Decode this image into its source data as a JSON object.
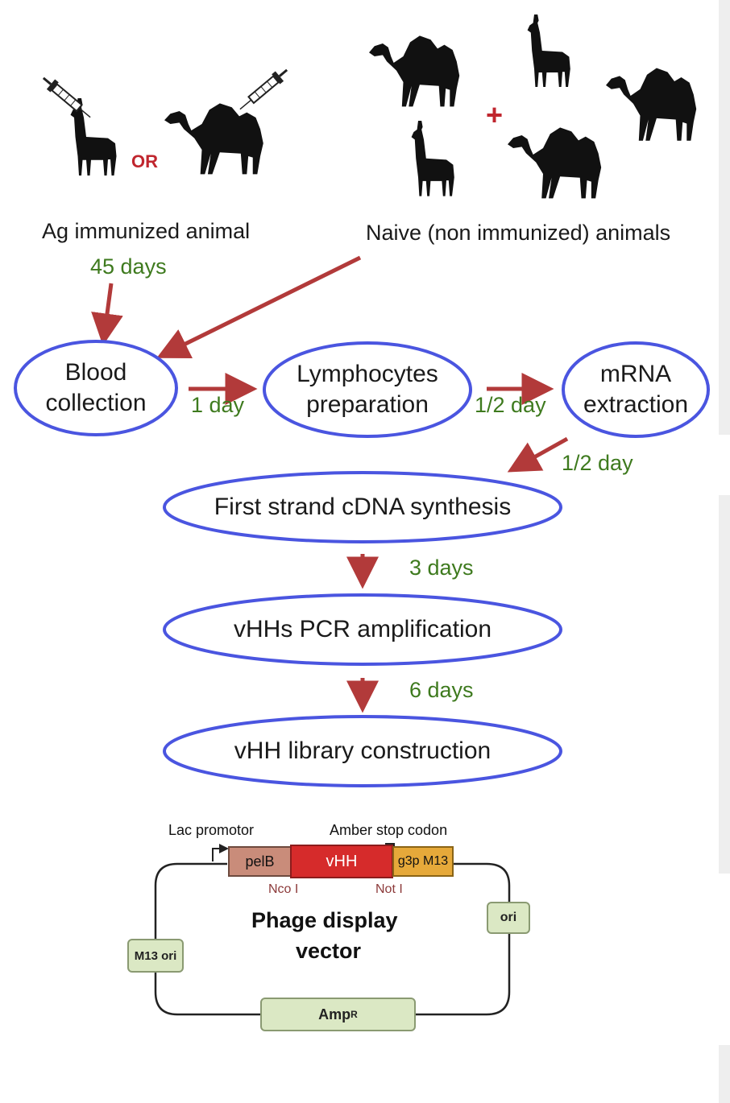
{
  "sources": {
    "immunized_label": "Ag immunized animal",
    "immunized_days": "45 days",
    "or_label": "OR",
    "naive_label": "Naive (non immunized) animals",
    "plus_label": "+"
  },
  "steps": {
    "blood_collection": [
      "Blood",
      "collection"
    ],
    "lymphocytes_preparation": [
      "Lymphocytes",
      "preparation"
    ],
    "mrna_extraction": [
      "mRNA",
      "extraction"
    ],
    "cdna_synthesis": "First strand cDNA synthesis",
    "pcr_amplification": "vHHs PCR amplification",
    "library_construction": "vHH library construction"
  },
  "durations": {
    "blood_to_lymph": "1 day",
    "lymph_to_mrna": "1/2 day",
    "mrna_to_cdna": "1/2 day",
    "cdna_to_pcr": "3 days",
    "pcr_to_library": "6 days"
  },
  "vector": {
    "lac_promotor": "Lac promotor",
    "amber_stop": "Amber stop codon",
    "pelB": "pelB",
    "vhh": "vHH",
    "g3p": "g3p M13",
    "ncoi": "Nco I",
    "noti": "Not I",
    "title_line1": "Phage display",
    "title_line2": "vector",
    "ori": "ori",
    "m13_ori": "M13 ori",
    "amp": "Amp",
    "amp_superscript": "R"
  },
  "colors": {
    "oval_stroke": "#4a55e0",
    "arrow": "#b23a3a",
    "duration_green": "#3e7a1e",
    "or_red": "#c0262e",
    "pelb_fill": "#c98c7a",
    "vhh_fill": "#d62b2b",
    "g3p_fill": "#e6a93a",
    "box_fill": "#dbe8c4"
  }
}
